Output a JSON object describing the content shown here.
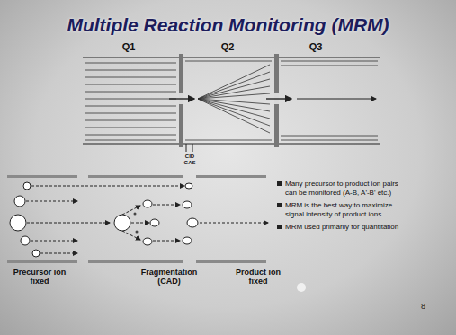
{
  "diagram": {
    "title": "Multiple Reaction Monitoring (MRM)",
    "labels": [
      "Q1",
      "Q2",
      "Q3",
      "CID GAS",
      "Many precursor to product ion pairs can be monitored (A-B, A'-B' etc.)",
      "MRM is the best way to maximize signal intensity of product ions",
      "MRM used primarily for quantitation",
      "Precursor ion fixed",
      "Fragmentation (CAD)",
      "Product ion fixed",
      "8"
    ]
  }
}
